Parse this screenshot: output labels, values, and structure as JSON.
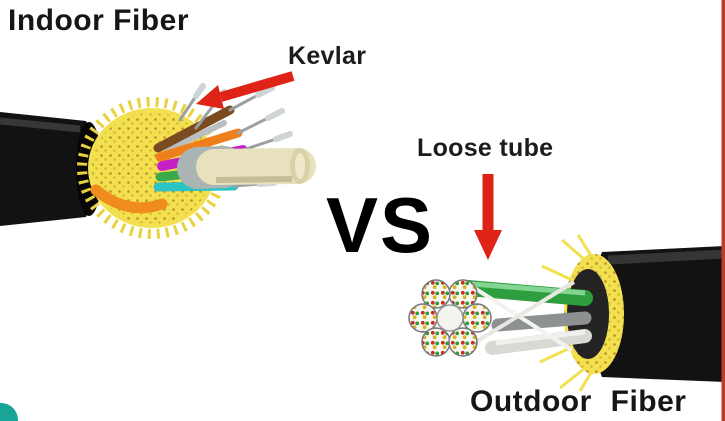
{
  "labels": {
    "indoor_title": "Indoor Fiber",
    "kevlar": "Kevlar",
    "vs": "VS",
    "loose_tube": "Loose tube",
    "outdoor_title": "Outdoor  Fiber"
  },
  "arrows": {
    "kevlar_arrow": "red-arrow-down-left",
    "loose_tube_arrow": "red-arrow-down"
  },
  "colors": {
    "arrow_red": "#e02317",
    "cable_black": "#121212",
    "kevlar_yellow": "#f2e04e",
    "cream_tube": "#e7e1bd",
    "green_tube": "#2f9e3f",
    "badge_teal": "#18a598",
    "edge_stripe": "#c23b2a",
    "text_dark": "#161616"
  }
}
